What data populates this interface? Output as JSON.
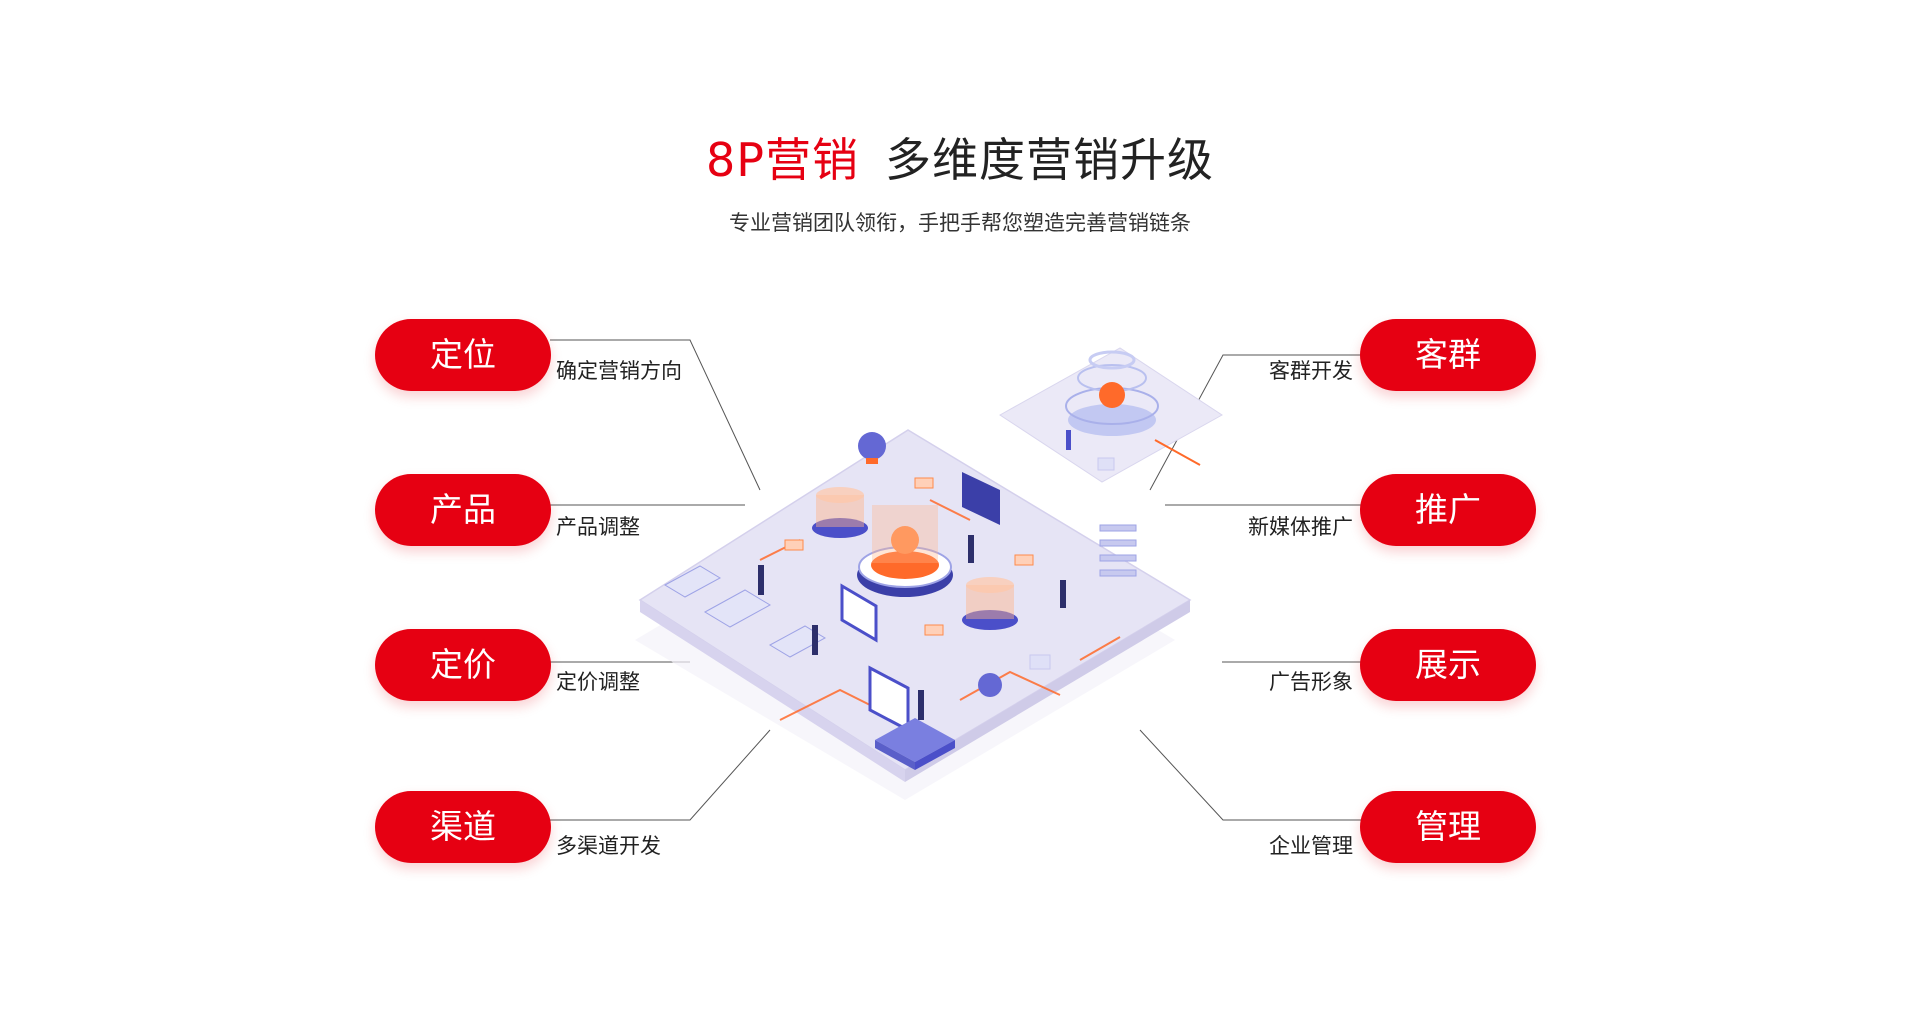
{
  "header": {
    "title_accent": "8P营销",
    "title_rest": "多维度营销升级",
    "subtitle": "专业营销团队领衔，手把手帮您塑造完善营销链条"
  },
  "left_items": [
    {
      "label": "定位",
      "desc": "确定营销方向"
    },
    {
      "label": "产品",
      "desc": "产品调整"
    },
    {
      "label": "定价",
      "desc": "定价调整"
    },
    {
      "label": "渠道",
      "desc": "多渠道开发"
    }
  ],
  "right_items": [
    {
      "label": "客群",
      "desc": "客群开发"
    },
    {
      "label": "推广",
      "desc": "新媒体推广"
    },
    {
      "label": "展示",
      "desc": "广告形象"
    },
    {
      "label": "管理",
      "desc": "企业管理"
    }
  ],
  "colors": {
    "accent": "#e60012",
    "platform": "#ebe9f7",
    "platform_edge": "#cfcbe8",
    "orange": "#ff6a2a",
    "indigo": "#4b4fc9"
  }
}
